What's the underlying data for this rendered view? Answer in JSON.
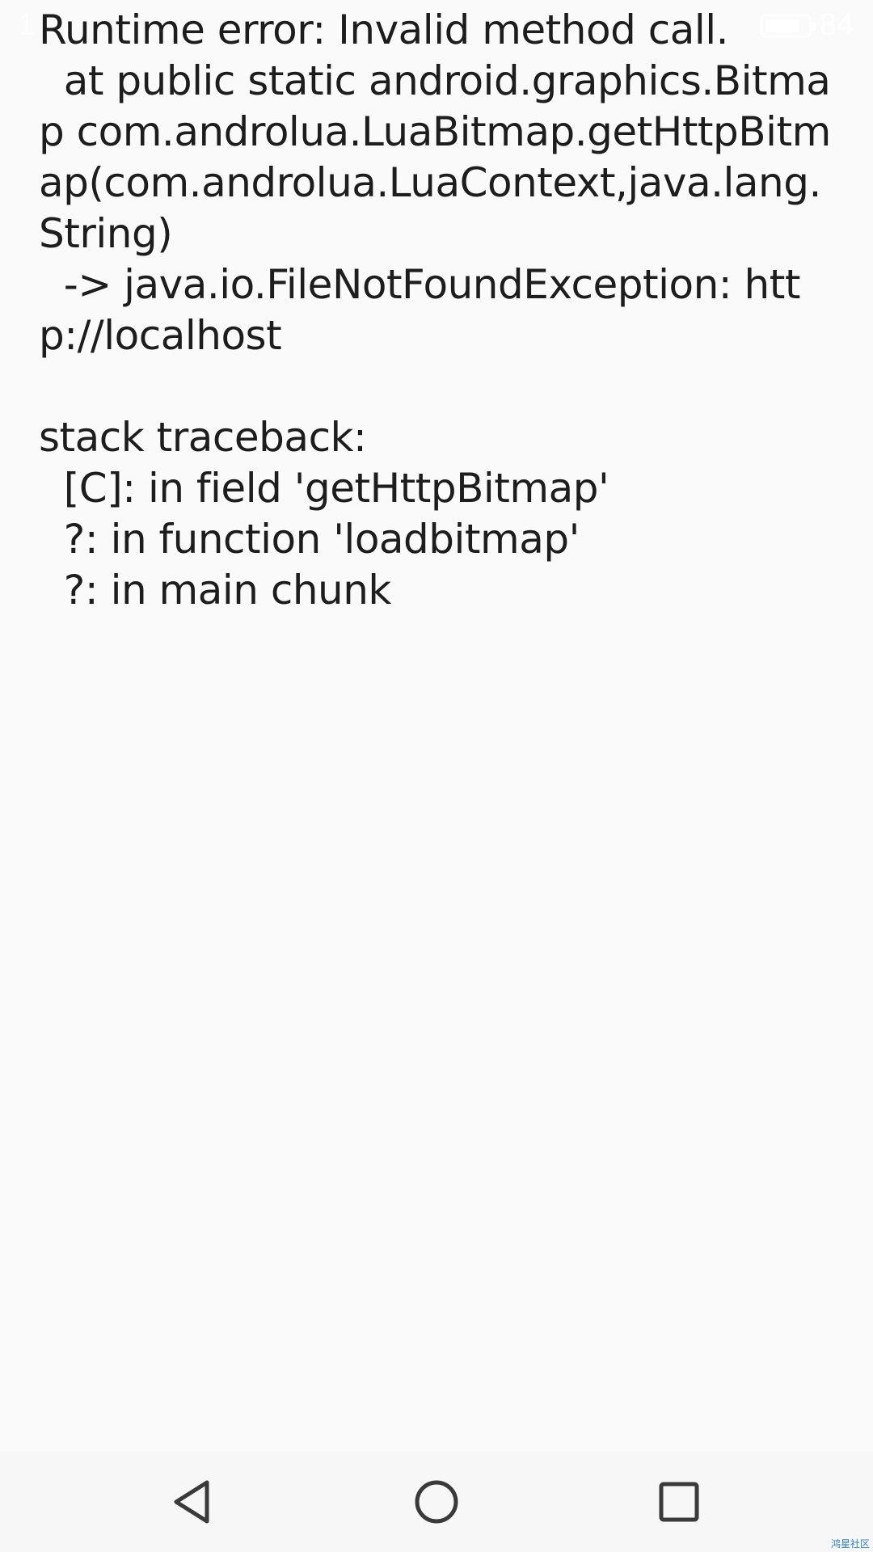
{
  "status_bar": {
    "time": "1",
    "battery_level": "84",
    "battery_fraction": 0.84
  },
  "error": {
    "message": "Runtime error: Invalid method call.\n  at public static android.graphics.Bitmap com.androlua.LuaBitmap.getHttpBitmap(com.androlua.LuaContext,java.lang.String)\n  -> java.io.FileNotFoundException: http://localhost\n\nstack traceback:\n  [C]: in field 'getHttpBitmap'\n  ?: in function 'loadbitmap'\n  ?: in main chunk"
  },
  "nav_bar": {
    "back_icon": "back-triangle-icon",
    "home_icon": "home-circle-icon",
    "recents_icon": "recents-square-icon"
  },
  "watermark": {
    "text": "鸿星社区"
  }
}
